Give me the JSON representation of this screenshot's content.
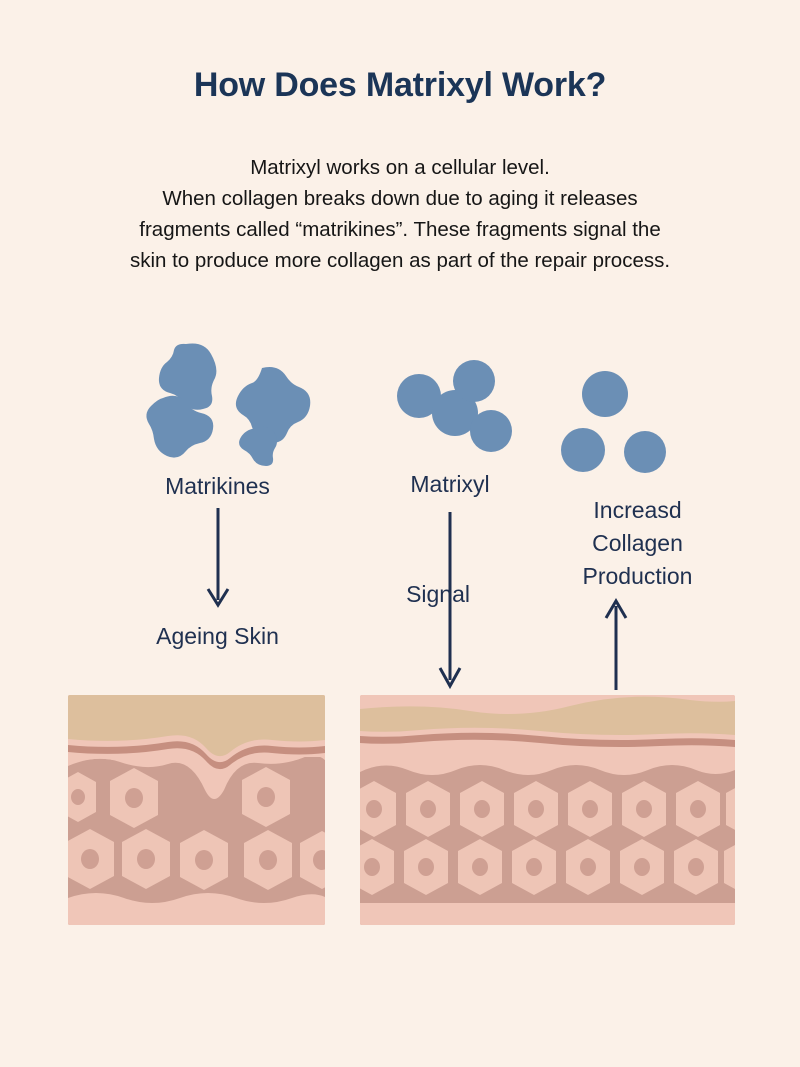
{
  "page": {
    "background_color": "#fbf1e8",
    "title": "How Does Matrixyl Work?",
    "title_color": "#1b3557",
    "body_text": "Matrixyl works on a cellular level.\nWhen collagen breaks down due to aging it releases\nfragments called “matrikines”. These fragments signal the\nskin to produce more collagen as part of the repair process.",
    "body_text_color": "#161616"
  },
  "palette": {
    "molecule_blue": "#6b8fb5",
    "bond_dark": "#24364f",
    "arrow_navy": "#1f3050",
    "label_navy": "#1f3050",
    "skin_epidermis": "#ddbf9d",
    "skin_basal_line": "#c68f80",
    "skin_upper_dermis": "#f0c6b8",
    "skin_dermis": "#cc9f92",
    "skin_cell": "#eec5b6",
    "skin_nucleus": "#cfa093",
    "skin_hypodermis": "#f0c6b8"
  },
  "diagram": {
    "groups": [
      {
        "id": "matrikines",
        "label": "Matrikines",
        "icon": "irregular-blobs",
        "blob_count": 4
      },
      {
        "id": "matrixyl",
        "label": "Matrixyl",
        "icon": "bonded-molecule",
        "circle_count": 4
      },
      {
        "id": "increased-collagen",
        "label": "Increasd\nCollagen\nProduction",
        "icon": "free-circles",
        "circle_count": 3
      }
    ],
    "arrows": [
      {
        "id": "matrikines-to-ageing",
        "direction": "down",
        "label": ""
      },
      {
        "id": "matrixyl-signal",
        "direction": "down",
        "label": "Signal"
      },
      {
        "id": "collagen-up",
        "direction": "up",
        "label": ""
      }
    ],
    "outcome_label": "Ageing Skin",
    "signal_label": "Signal",
    "skin_panels": [
      {
        "id": "ageing-skin-panel",
        "state": "wrinkled",
        "cell_rows": 2,
        "has_wrinkle": true
      },
      {
        "id": "repaired-skin-panel",
        "state": "smooth",
        "cell_rows": 2,
        "has_wrinkle": false
      }
    ]
  }
}
